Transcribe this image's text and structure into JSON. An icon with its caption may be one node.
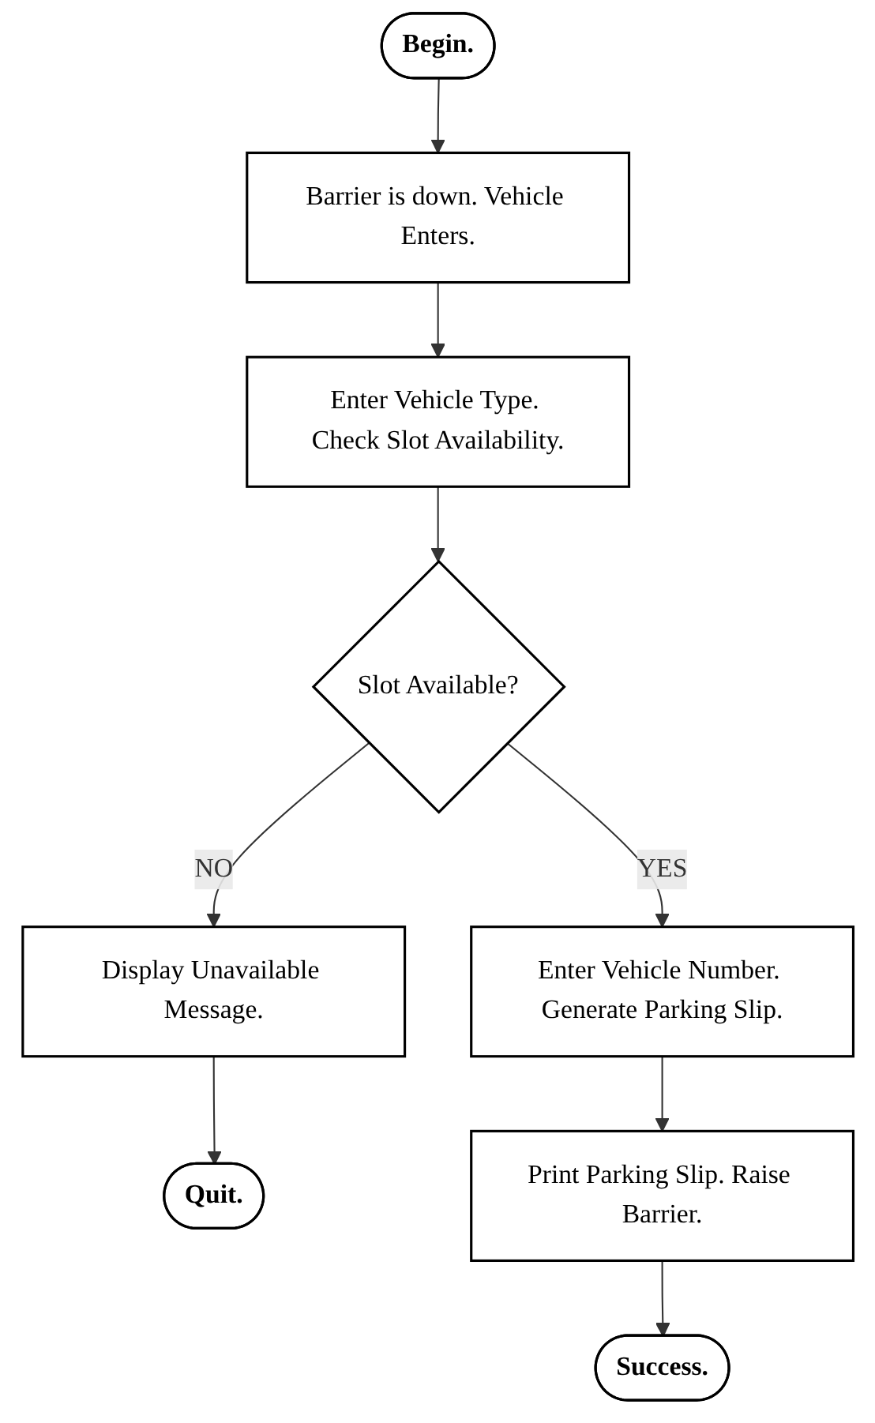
{
  "diagram": {
    "nodes": [
      {
        "text": [
          "Begin."
        ]
      },
      {
        "text": [
          "Barrier is down. Vehicle Enters."
        ]
      },
      {
        "text": [
          "Enter Vehicle Type. Check Slot Availability."
        ]
      },
      {
        "text": [
          "Slot Available?"
        ]
      },
      {
        "text": [
          "Display Unavailable Message."
        ]
      },
      {
        "text": [
          "Quit."
        ]
      },
      {
        "text": [
          "Enter Vehicle Number. Generate Parking Slip."
        ]
      },
      {
        "text": [
          "Print Parking Slip. Raise Barrier."
        ]
      },
      {
        "text": [
          "Success."
        ]
      }
    ],
    "edges": [
      {
        "from": 0,
        "to": 1,
        "arrow": "to"
      },
      {
        "from": 1,
        "to": 2,
        "arrow": "to"
      },
      {
        "from": 2,
        "to": 3,
        "arrow": "to"
      },
      {
        "from": 3,
        "to": 4,
        "arrow": "to",
        "label": "NO"
      },
      {
        "from": 4,
        "to": 5,
        "arrow": "to"
      },
      {
        "from": 3,
        "to": 6,
        "arrow": "to",
        "label": "YES"
      },
      {
        "from": 6,
        "to": 7,
        "arrow": "to"
      },
      {
        "from": 7,
        "to": 8,
        "arrow": "to"
      }
    ]
  }
}
